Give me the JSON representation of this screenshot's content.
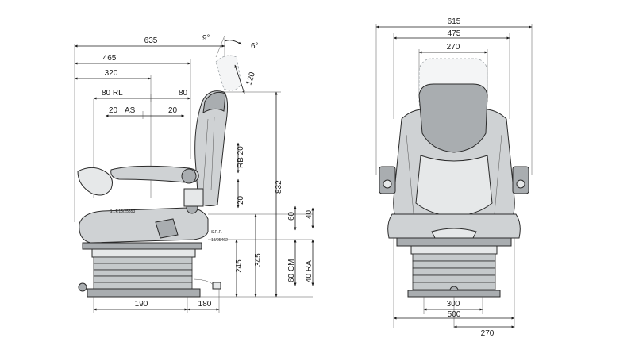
{
  "side_view": {
    "dims": {
      "overall_depth": "635",
      "depth_465": "465",
      "depth_320": "320",
      "rl_80_left": "80 RL",
      "rl_80_right": "80",
      "as_20_left": "20",
      "as_label": "AS",
      "as_20_right": "20",
      "angle_9": "9°",
      "angle_6": "6°",
      "backrest_120": "120",
      "rb_20": "RB 20",
      "rb_20_lower": "20",
      "height_832": "832",
      "height_345": "345",
      "height_245": "245",
      "cm_60_top": "60",
      "cm_60_label": "60 CM",
      "ra_40_top": "40",
      "ra_40_label": "40 RA",
      "base_190": "190",
      "base_180": "180"
    },
    "labels": {
      "part_code_1": "S.I.F.18/25353",
      "part_code_2": "S.R.P.",
      "part_code_3": "18/05462"
    }
  },
  "front_view": {
    "dims": {
      "width_615": "615",
      "width_475": "475",
      "width_270_top": "270",
      "base_300": "300",
      "base_500": "500",
      "base_270_bottom": "270"
    }
  }
}
